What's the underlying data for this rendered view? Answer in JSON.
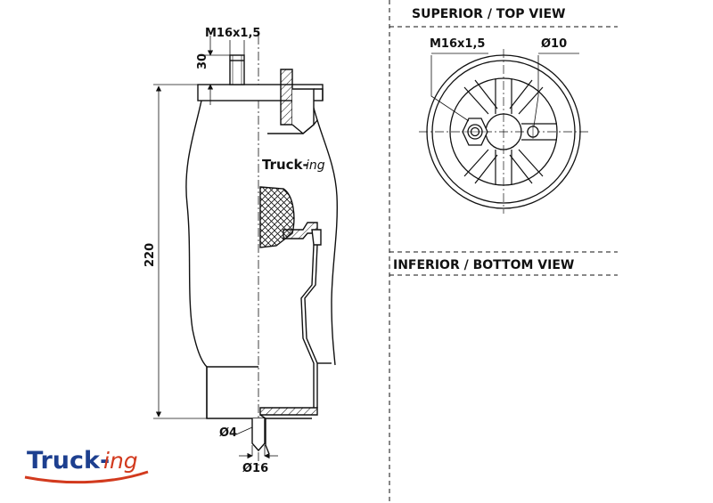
{
  "views": {
    "top_title": "SUPERIOR / TOP VIEW",
    "bottom_title": "INFERIOR / BOTTOM VIEW"
  },
  "dimensions": {
    "stud_thread": "M16x1,5",
    "stud_height": "30",
    "overall_height": "220",
    "bottom_hole": "Ø4",
    "bottom_diameter": "Ø16",
    "top_thread": "M16x1,5",
    "top_hole": "Ø10"
  },
  "branding": {
    "logo_part1": "Truck-",
    "logo_part2": "ing",
    "body_label_part1": "Truck-",
    "body_label_part2": "ing"
  },
  "colors": {
    "line": "#111111",
    "brand_blue": "#1d3f8f",
    "brand_red": "#d23a1e"
  }
}
